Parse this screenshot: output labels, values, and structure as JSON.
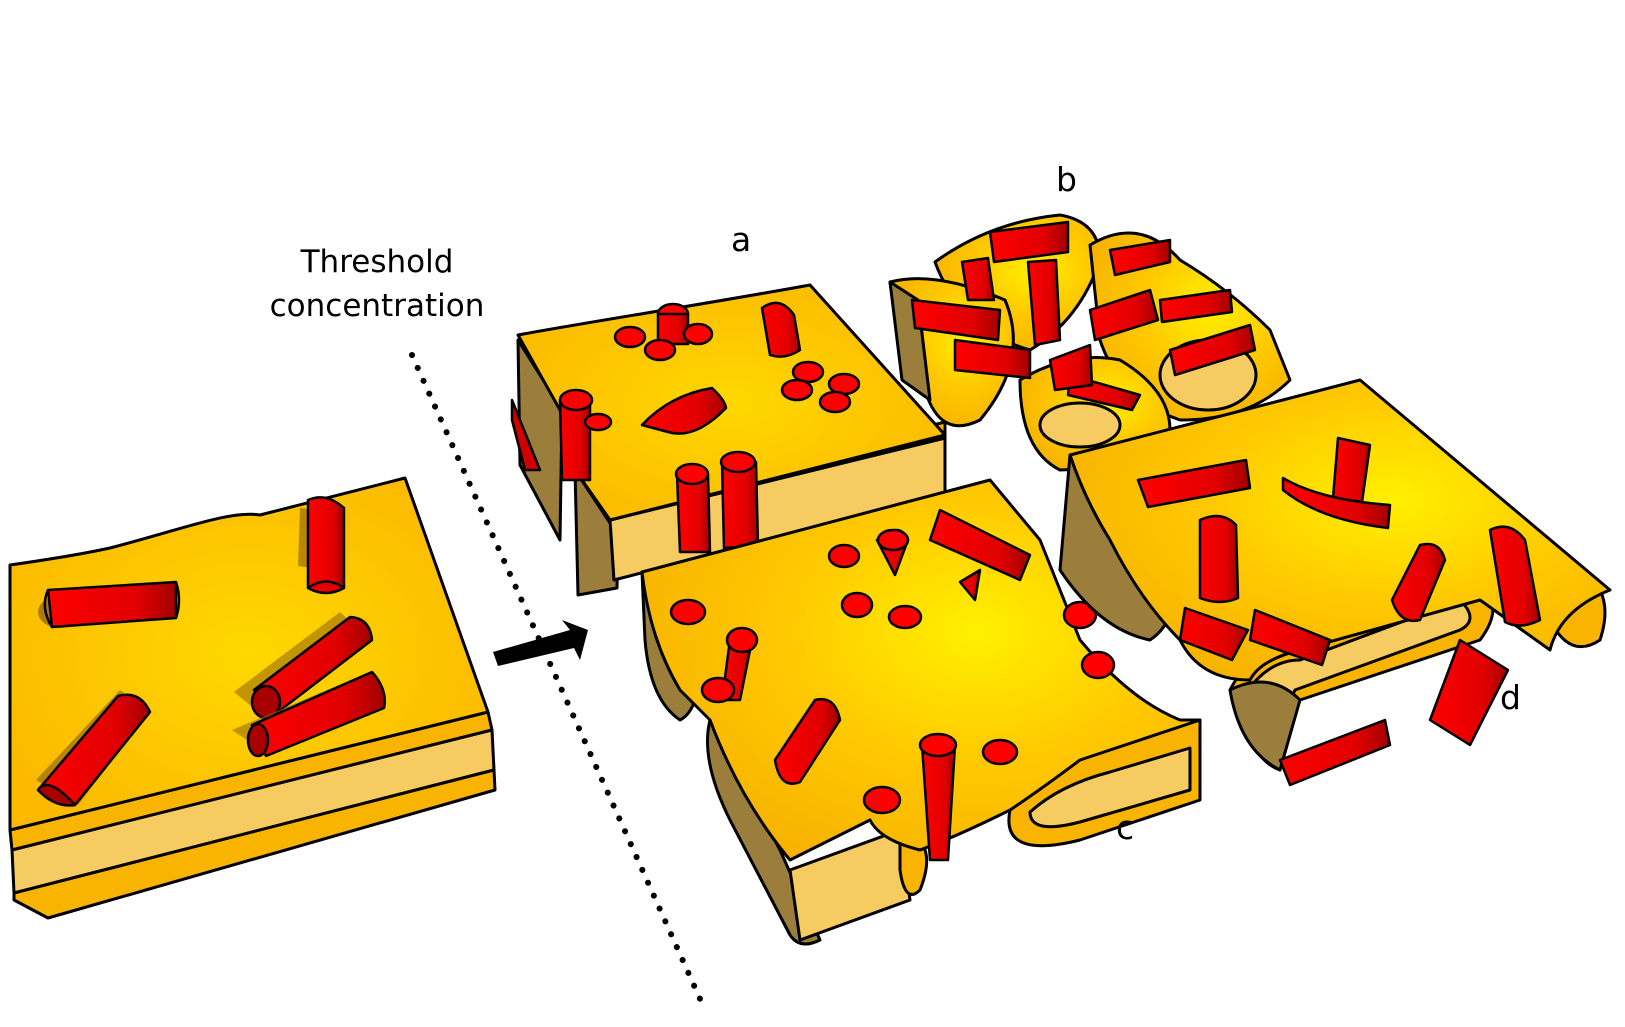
{
  "figure": {
    "title_label_line1": "Threshold",
    "title_label_line2": "concentration",
    "panel_labels": {
      "a": "a",
      "b": "b",
      "c": "c",
      "d": "d"
    },
    "colors": {
      "background": "#ffffff",
      "membrane_top": "#fdbf00",
      "membrane_highlight": "#ffe600",
      "membrane_band": "#f8b400",
      "membrane_core": "#f6cb62",
      "membrane_side_dark": "#9b7d3c",
      "rod_red": "#ff0000",
      "rod_dark": "#a80000",
      "shadow": "#9a6c00",
      "outline": "#000000",
      "arrow": "#000000"
    },
    "elements": {
      "initial_membrane": "flat bilayer with 5 red rod inclusions",
      "arrow": "transition arrow",
      "divider": "dotted threshold line",
      "panel_a": "bilayer with clustered vertical rods and fragmented edges",
      "panel_b": "bilayer curling into rolled tubes with radiating rods",
      "panel_c": "bilayer with conical inclusions and rolled edges",
      "panel_d": "bilayer with bent rods and rolled edges"
    }
  }
}
